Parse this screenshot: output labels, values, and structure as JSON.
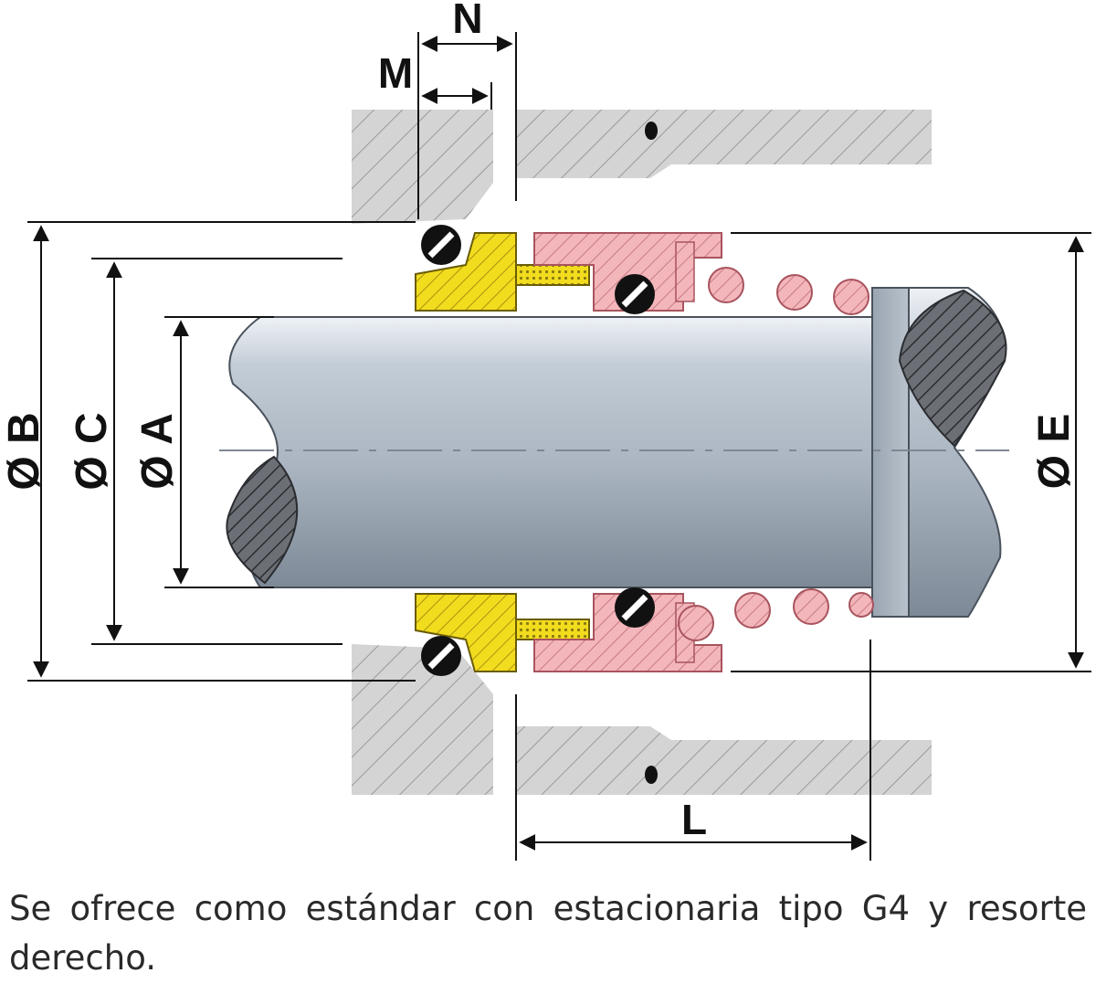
{
  "dimensions": {
    "N": "N",
    "M": "M",
    "B": "Ø B",
    "C": "Ø C",
    "A": "Ø A",
    "E": "Ø E",
    "L": "L"
  },
  "caption": "Se ofrece como estándar con estacionaria tipo G4 y resorte derecho.",
  "colors": {
    "housing": "#d3d3d3",
    "shaft": "#a9b6c4",
    "shaft_section": "#6e737a",
    "seat": "#f2dc1e",
    "rotary": "#f1b2b7",
    "spring": "#f09aa2",
    "oring": "#111111"
  }
}
